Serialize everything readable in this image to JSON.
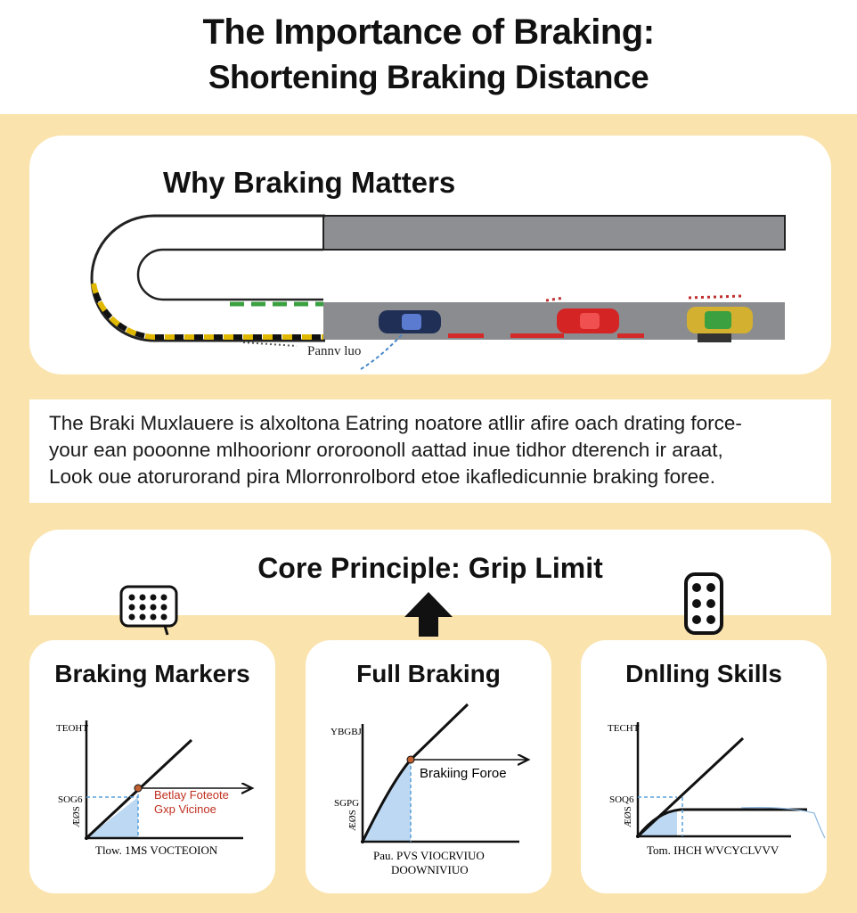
{
  "header": {
    "title_line1": "The Importance of Braking:",
    "title_line2": "Shortening Braking Distance"
  },
  "why_section": {
    "title": "Why Braking Matters",
    "track_label": "Pannv luo",
    "car_colors": [
      "#1f2f55",
      "#d42424",
      "#d4b030"
    ]
  },
  "description": {
    "lines": [
      "The Braki Muxlauere is alxoltona Eatring noatore atllir afire oach drating force-",
      "your ean pooonne mlhoorionr ororoonoll aattad inue tidhor dterench ir araat,",
      "Look oue atorurorand pira Mlorronrolbord etoe ikafledicunnie braking foree."
    ]
  },
  "core": {
    "title": "Core Principle: Grip Limit"
  },
  "panels": [
    {
      "title": "Braking Markers",
      "y_top_label": "TEOHT",
      "y_mid_label": "SOG6",
      "y_rot_label": "ÆØS",
      "x_label": "Tlow. 1MS  VOCTEOION",
      "x_label2": "",
      "annotation1": "Betlay Foteote",
      "annotation2": "Gxp Vicinoe"
    },
    {
      "title": "Full Braking",
      "y_top_label": "YBGBJ",
      "y_mid_label": "SGPG",
      "y_rot_label": "ÆØS",
      "x_label": "Pau. PVS VIOCRVIUO",
      "x_label2": "DOOWNIVIUO",
      "annotation1": "Brakiing Foroe",
      "annotation2": ""
    },
    {
      "title": "Dnlling Skills",
      "y_top_label": "TECHT",
      "y_mid_label": "SOQ6",
      "y_rot_label": "ÆØS",
      "x_label": "Tom. IHCH  WVCYCLVVV",
      "x_label2": "",
      "annotation1": "",
      "annotation2": ""
    }
  ]
}
